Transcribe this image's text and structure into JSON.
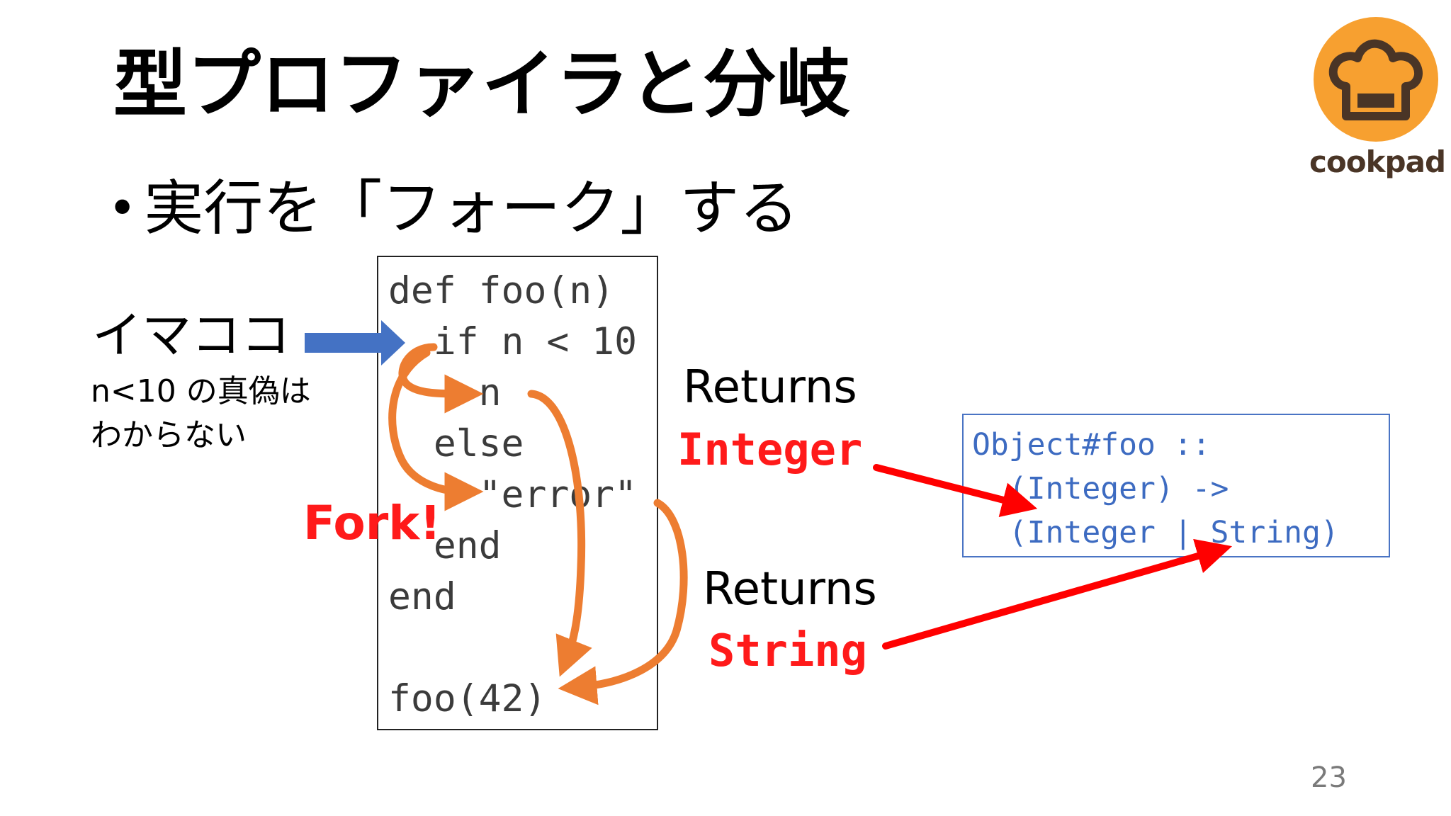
{
  "slide": {
    "title": "型プロファイラと分岐",
    "bullet": "実行を「フォーク」する",
    "page_number": "23"
  },
  "left": {
    "here_label": "イマココ",
    "note_lines": [
      "n<10 の真偽は",
      "わからない"
    ],
    "fork_label": "Fork!"
  },
  "code": {
    "lines": [
      "def foo(n)",
      "  if n < 10",
      "    n",
      "  else",
      "    \"error\"",
      "  end",
      "end",
      "",
      "foo(42)"
    ]
  },
  "returns": [
    {
      "label": "Returns",
      "type": "Integer"
    },
    {
      "label": "Returns",
      "type": "String"
    }
  ],
  "signature": {
    "lines": [
      "Object#foo ::",
      "  (Integer) ->",
      "  (Integer | String)"
    ]
  },
  "logo": {
    "text": "cookpad",
    "icon": "chef-hat-icon"
  },
  "colors": {
    "here_arrow": "#4472c4",
    "flow_arrows": "#ed7d31",
    "return_arrows": "#ff0000",
    "signature_text": "#3d6bc1",
    "logo_orange": "#f7a030",
    "logo_brown": "#4a3526"
  }
}
